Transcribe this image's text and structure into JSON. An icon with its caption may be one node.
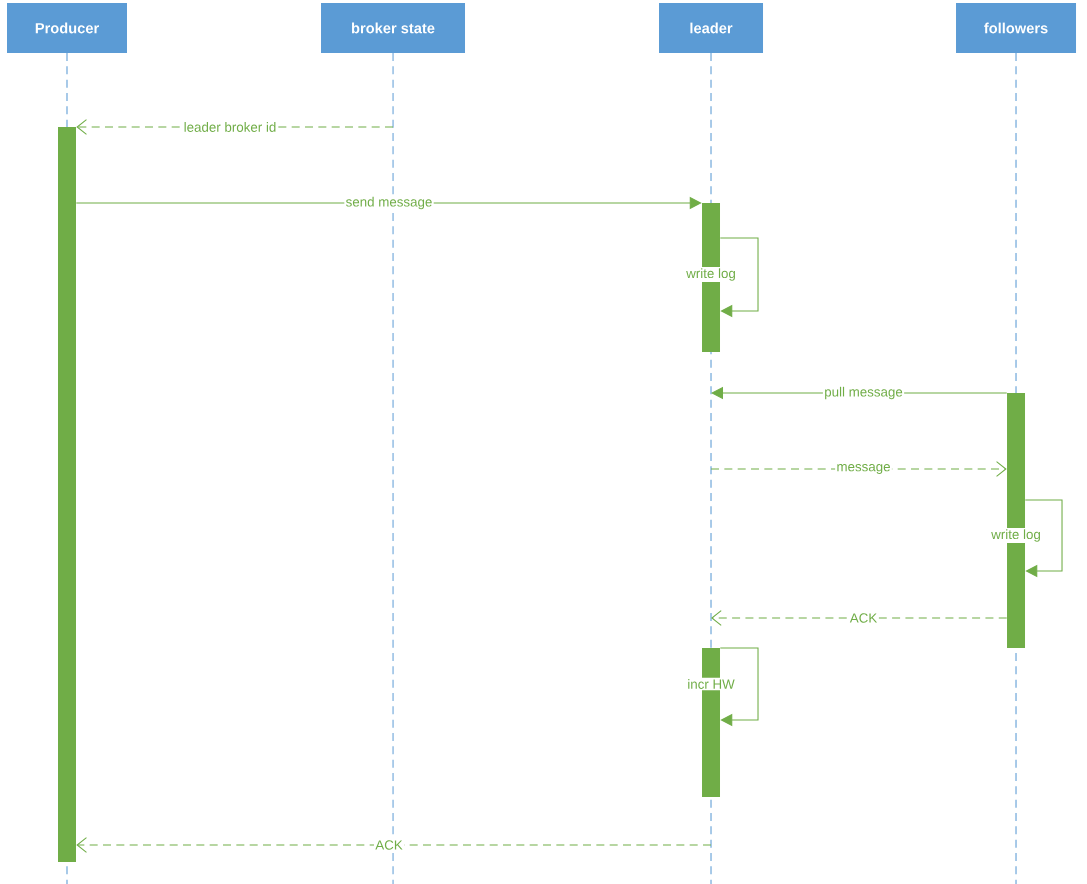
{
  "diagram": {
    "nodes": [
      {
        "text": [
          "Producer"
        ]
      },
      {
        "text": [
          "broker state"
        ]
      },
      {
        "text": [
          "leader"
        ]
      },
      {
        "text": [
          "followers"
        ]
      },
      {
        "text": [],
        "shape": "bar"
      },
      {
        "text": [],
        "shape": "bar"
      },
      {
        "text": [],
        "shape": "bar"
      },
      {
        "text": [],
        "shape": "bar"
      }
    ],
    "edges": [
      {
        "from": null,
        "to": 4,
        "arrow": "to",
        "label": "leader broker id",
        "style": "dashed"
      },
      {
        "from": 4,
        "to": 5,
        "arrow": "to",
        "label": "send message"
      },
      {
        "from": 5,
        "to": 5,
        "arrow": "to",
        "label": "write log"
      },
      {
        "from": 6,
        "to": null,
        "arrow": "to",
        "label": "pull message"
      },
      {
        "from": null,
        "to": 6,
        "arrow": "to",
        "label": "message",
        "style": "dashed"
      },
      {
        "from": 6,
        "to": 6,
        "arrow": "to",
        "label": "write log"
      },
      {
        "from": 6,
        "to": null,
        "arrow": "to",
        "label": "ACK",
        "style": "dashed"
      },
      {
        "from": 7,
        "to": 7,
        "arrow": "to",
        "label": "incr HW"
      },
      {
        "from": null,
        "to": 4,
        "arrow": "to",
        "label": "ACK",
        "style": "dashed"
      }
    ]
  }
}
